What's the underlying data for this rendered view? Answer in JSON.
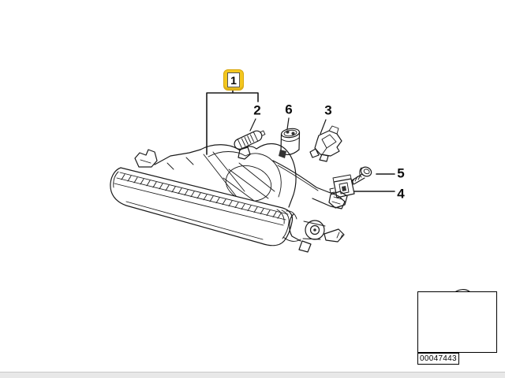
{
  "diagram": {
    "badge": {
      "label": "1"
    },
    "callouts": [
      {
        "label": "2"
      },
      {
        "label": "6"
      },
      {
        "label": "3"
      },
      {
        "label": "5"
      },
      {
        "label": "4"
      }
    ]
  },
  "inset": {
    "image_id": "00047443"
  },
  "colors": {
    "badge_yellow": "#F3C71F",
    "line": "#1A1A1A",
    "footer_strip": "#E8E8E8"
  }
}
